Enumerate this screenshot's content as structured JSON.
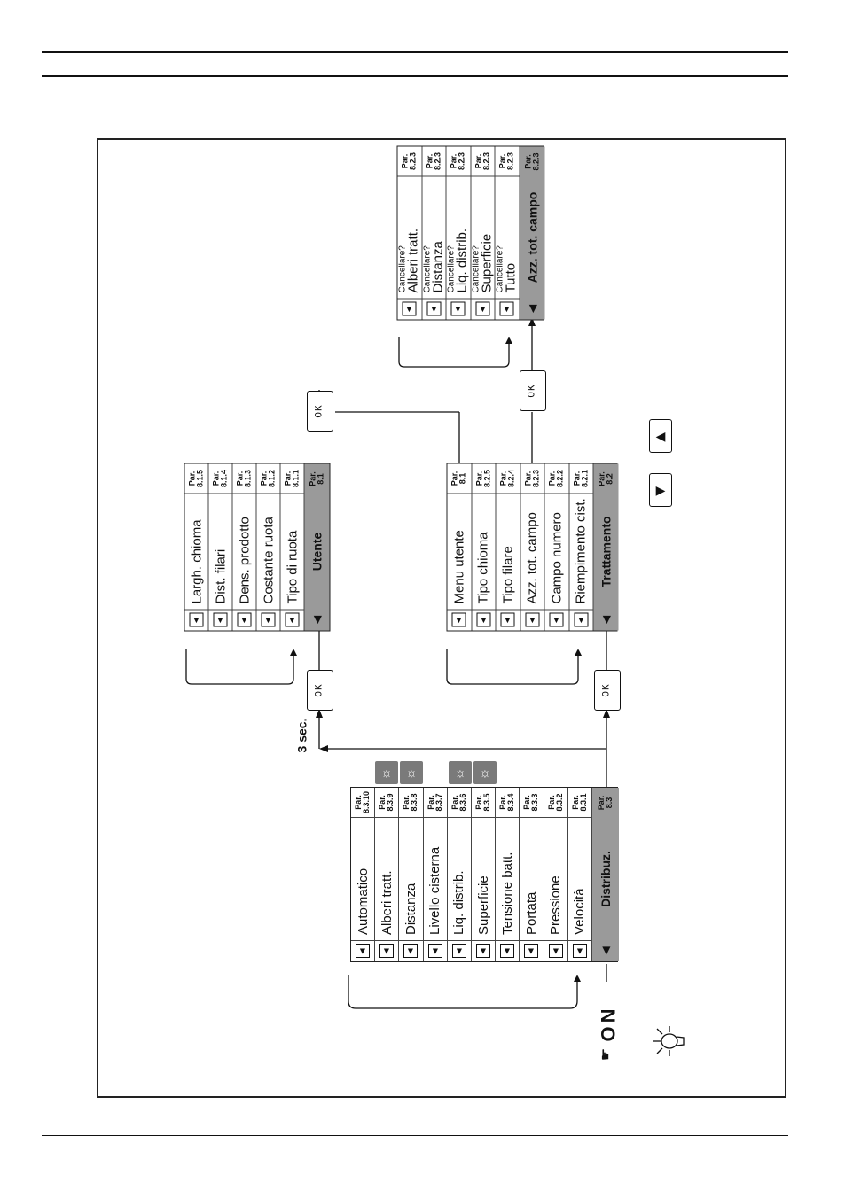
{
  "distribuz": {
    "header": "Distribuz.",
    "header_par": [
      "Par.",
      "8.3"
    ],
    "items": [
      {
        "label": "Automatico",
        "par": [
          "Par.",
          "8.3.10"
        ]
      },
      {
        "label": "Alberi tratt.",
        "par": [
          "Par.",
          "8.3.9"
        ]
      },
      {
        "label": "Distanza",
        "par": [
          "Par.",
          "8.3.8"
        ]
      },
      {
        "label": "Livello cisterna",
        "par": [
          "Par.",
          "8.3.7"
        ]
      },
      {
        "label": "Liq. distrib.",
        "par": [
          "Par.",
          "8.3.6"
        ]
      },
      {
        "label": "Superficie",
        "par": [
          "Par.",
          "8.3.5"
        ]
      },
      {
        "label": "Tensione batt.",
        "par": [
          "Par.",
          "8.3.4"
        ]
      },
      {
        "label": "Portata",
        "par": [
          "Par.",
          "8.3.3"
        ]
      },
      {
        "label": "Pressione",
        "par": [
          "Par.",
          "8.3.2"
        ]
      },
      {
        "label": "Velocità",
        "par": [
          "Par.",
          "8.3.1"
        ]
      }
    ]
  },
  "utente": {
    "header": "Utente",
    "header_par": [
      "Par.",
      "8.1"
    ],
    "items": [
      {
        "label": "Largh. chioma",
        "par": [
          "Par.",
          "8.1.5"
        ]
      },
      {
        "label": "Dist. filari",
        "par": [
          "Par.",
          "8.1.4"
        ]
      },
      {
        "label": "Dens. prodotto",
        "par": [
          "Par.",
          "8.1.3"
        ]
      },
      {
        "label": "Costante ruota",
        "par": [
          "Par.",
          "8.1.2"
        ]
      },
      {
        "label": "Tipo di ruota",
        "par": [
          "Par.",
          "8.1.1"
        ]
      }
    ]
  },
  "trattamento": {
    "header": "Trattamento",
    "header_par": [
      "Par.",
      "8.2"
    ],
    "items": [
      {
        "label": "Menu utente",
        "par": [
          "Par.",
          "8.1"
        ]
      },
      {
        "label": "Tipo chioma",
        "par": [
          "Par.",
          "8.2.5"
        ]
      },
      {
        "label": "Tipo filare",
        "par": [
          "Par.",
          "8.2.4"
        ]
      },
      {
        "label": "Azz. tot. campo",
        "par": [
          "Par.",
          "8.2.3"
        ]
      },
      {
        "label": "Campo numero",
        "par": [
          "Par.",
          "8.2.2"
        ]
      },
      {
        "label": "Riempimento cist.",
        "par": [
          "Par.",
          "8.2.1"
        ]
      }
    ]
  },
  "azzeramento": {
    "header": "Azz. tot. campo",
    "header_par": [
      "Par.",
      "8.2.3"
    ],
    "items": [
      {
        "question": "Cancellare?",
        "label": "Alberi tratt.",
        "par": [
          "Par.",
          "8.2.3"
        ]
      },
      {
        "question": "Cancellare?",
        "label": "Distanza",
        "par": [
          "Par.",
          "8.2.3"
        ]
      },
      {
        "question": "Cancellare?",
        "label": "Liq. distrib.",
        "par": [
          "Par.",
          "8.2.3"
        ]
      },
      {
        "question": "Cancellare?",
        "label": "Superficie",
        "par": [
          "Par.",
          "8.2.3"
        ]
      },
      {
        "question": "Cancellare?",
        "label": "Tutto",
        "par": [
          "Par.",
          "8.2.3"
        ]
      }
    ]
  },
  "labels": {
    "ok": "OK",
    "three_sec": "3 sec.",
    "on": "ON"
  },
  "icons": {
    "up_key": "arrow-up-icon",
    "down_key": "arrow-down-icon",
    "bulb": "light-bulb-icon",
    "hand": "pointing-hand-icon"
  }
}
